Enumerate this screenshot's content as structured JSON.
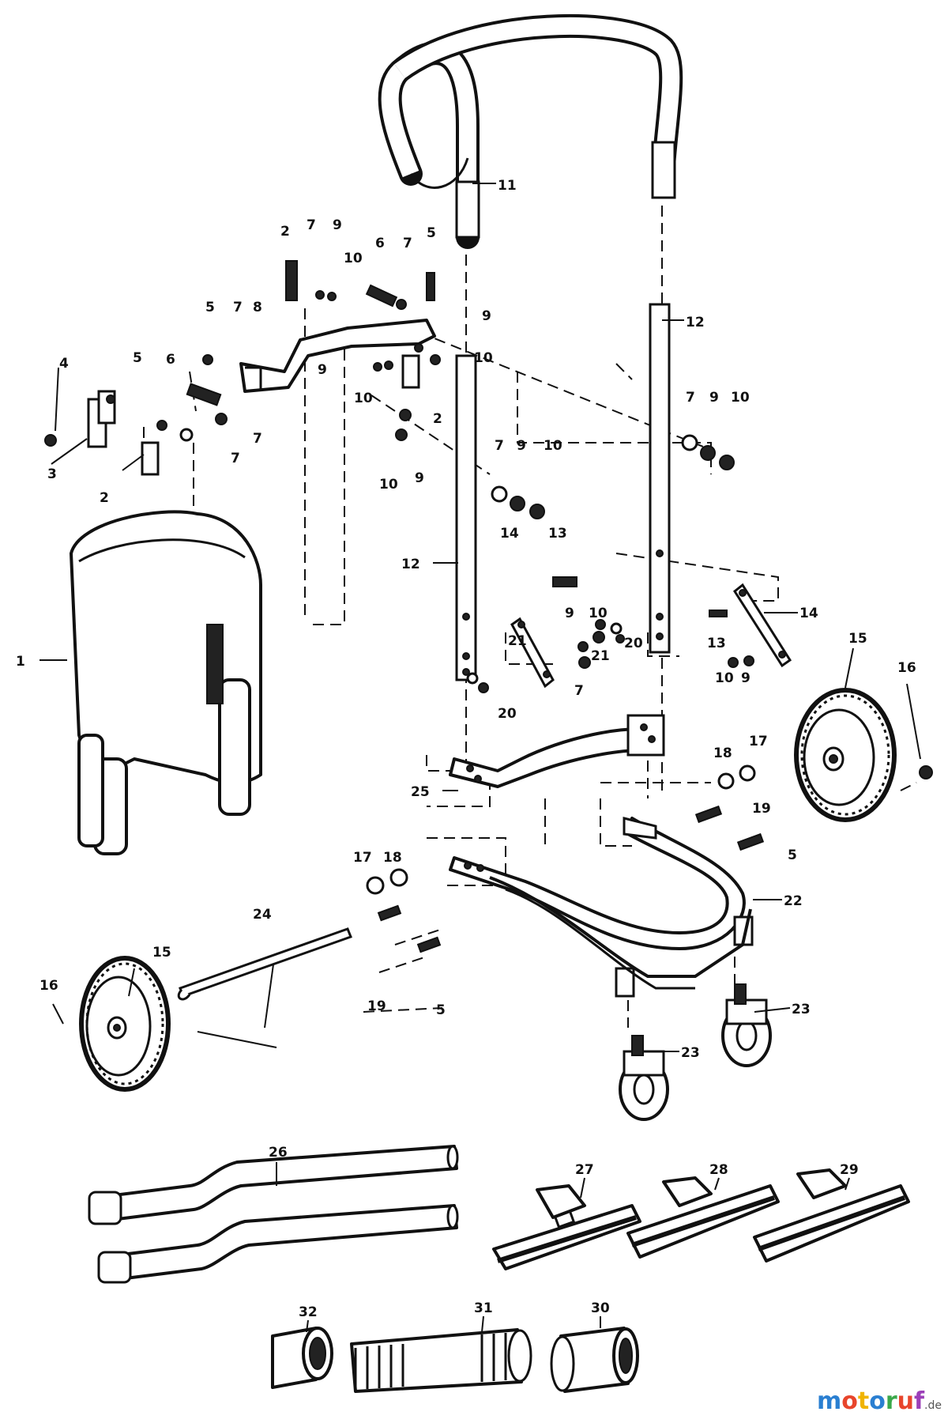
{
  "colors": {
    "line": "#111111",
    "paper": "#ffffff",
    "watermark": [
      "#2a7fd1",
      "#e8452c",
      "#f0b400",
      "#2a7fd1",
      "#3aa84a",
      "#e8452c",
      "#9c3fb8"
    ]
  },
  "watermark": {
    "brand": "motoruf",
    "domain": ".de"
  },
  "callouts": [
    {
      "id": "c1",
      "text": "1"
    },
    {
      "id": "c2a",
      "text": "2"
    },
    {
      "id": "c2b",
      "text": "2"
    },
    {
      "id": "c2c",
      "text": "2"
    },
    {
      "id": "c3",
      "text": "3"
    },
    {
      "id": "c4",
      "text": "4"
    },
    {
      "id": "c5a",
      "text": "5"
    },
    {
      "id": "c5b",
      "text": "5"
    },
    {
      "id": "c5c",
      "text": "5"
    },
    {
      "id": "c5d",
      "text": "5"
    },
    {
      "id": "c5e",
      "text": "5"
    },
    {
      "id": "c6a",
      "text": "6"
    },
    {
      "id": "c6b",
      "text": "6"
    },
    {
      "id": "c7a",
      "text": "7"
    },
    {
      "id": "c7b",
      "text": "7"
    },
    {
      "id": "c7c",
      "text": "7"
    },
    {
      "id": "c7d",
      "text": "7"
    },
    {
      "id": "c7e",
      "text": "7"
    },
    {
      "id": "c7f",
      "text": "7"
    },
    {
      "id": "c7g",
      "text": "7"
    },
    {
      "id": "c7h",
      "text": "7"
    },
    {
      "id": "c8",
      "text": "8"
    },
    {
      "id": "c9a",
      "text": "9"
    },
    {
      "id": "c9b",
      "text": "9"
    },
    {
      "id": "c9c",
      "text": "9"
    },
    {
      "id": "c9d",
      "text": "9"
    },
    {
      "id": "c9e",
      "text": "9"
    },
    {
      "id": "c9f",
      "text": "9"
    },
    {
      "id": "c9g",
      "text": "9"
    },
    {
      "id": "c9h",
      "text": "9"
    },
    {
      "id": "c10a",
      "text": "10"
    },
    {
      "id": "c10b",
      "text": "10"
    },
    {
      "id": "c10c",
      "text": "10"
    },
    {
      "id": "c10d",
      "text": "10"
    },
    {
      "id": "c10e",
      "text": "10"
    },
    {
      "id": "c10f",
      "text": "10"
    },
    {
      "id": "c10g",
      "text": "10"
    },
    {
      "id": "c10h",
      "text": "10"
    },
    {
      "id": "c11",
      "text": "11"
    },
    {
      "id": "c12a",
      "text": "12"
    },
    {
      "id": "c12b",
      "text": "12"
    },
    {
      "id": "c13a",
      "text": "13"
    },
    {
      "id": "c13b",
      "text": "13"
    },
    {
      "id": "c14a",
      "text": "14"
    },
    {
      "id": "c14b",
      "text": "14"
    },
    {
      "id": "c15a",
      "text": "15"
    },
    {
      "id": "c15b",
      "text": "15"
    },
    {
      "id": "c16a",
      "text": "16"
    },
    {
      "id": "c16b",
      "text": "16"
    },
    {
      "id": "c17a",
      "text": "17"
    },
    {
      "id": "c17b",
      "text": "17"
    },
    {
      "id": "c18a",
      "text": "18"
    },
    {
      "id": "c18b",
      "text": "18"
    },
    {
      "id": "c19a",
      "text": "19"
    },
    {
      "id": "c19b",
      "text": "19"
    },
    {
      "id": "c20a",
      "text": "20"
    },
    {
      "id": "c20b",
      "text": "20"
    },
    {
      "id": "c21a",
      "text": "21"
    },
    {
      "id": "c21b",
      "text": "21"
    },
    {
      "id": "c22",
      "text": "22"
    },
    {
      "id": "c23a",
      "text": "23"
    },
    {
      "id": "c23b",
      "text": "23"
    },
    {
      "id": "c24",
      "text": "24"
    },
    {
      "id": "c25",
      "text": "25"
    },
    {
      "id": "c26",
      "text": "26"
    },
    {
      "id": "c27",
      "text": "27"
    },
    {
      "id": "c28",
      "text": "28"
    },
    {
      "id": "c29",
      "text": "29"
    },
    {
      "id": "c30",
      "text": "30"
    },
    {
      "id": "c31",
      "text": "31"
    },
    {
      "id": "c32",
      "text": "32"
    }
  ]
}
